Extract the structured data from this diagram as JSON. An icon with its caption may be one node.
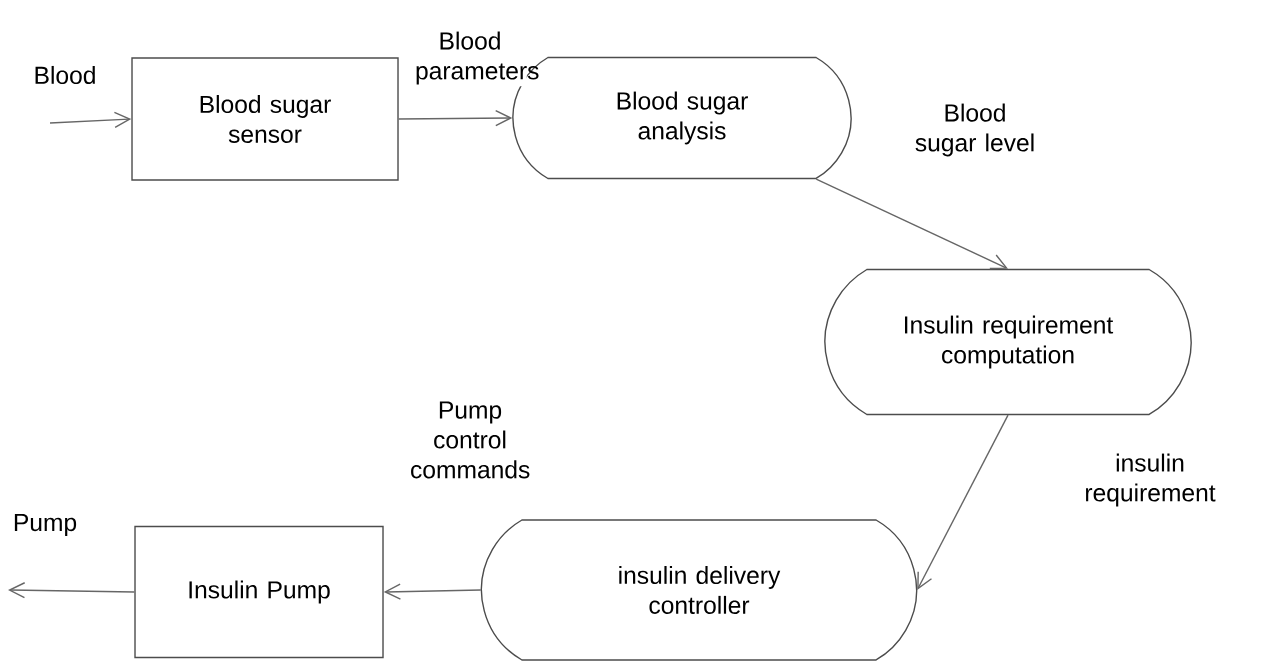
{
  "diagram": {
    "nodes": [
      {
        "text": [
          "Blood sugar sensor"
        ]
      },
      {
        "text": [
          "Blood sugar analysis"
        ]
      },
      {
        "text": [
          "Insulin requirement computation"
        ]
      },
      {
        "text": [
          "insulin delivery controller"
        ]
      },
      {
        "text": [
          "Insulin Pump"
        ]
      }
    ],
    "edges": [
      {
        "from": null,
        "to": 0,
        "arrow": "to",
        "label": "Blood"
      },
      {
        "from": 0,
        "to": 1,
        "arrow": "to",
        "label": "Blood parameters"
      },
      {
        "from": 1,
        "to": 2,
        "arrow": "to",
        "label": "Blood sugar level"
      },
      {
        "from": 2,
        "to": 3,
        "arrow": "to",
        "label": "insulin requirement"
      },
      {
        "from": 3,
        "to": 4,
        "arrow": "to",
        "label": "Pump control commands"
      },
      {
        "from": 4,
        "to": null,
        "arrow": "to",
        "label": "Pump"
      }
    ]
  }
}
